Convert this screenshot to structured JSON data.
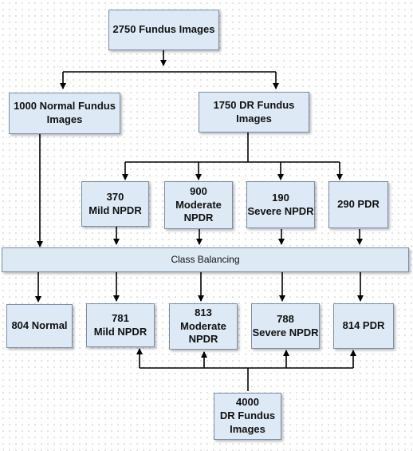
{
  "colors": {
    "box_fill": "#dde9f5",
    "box_border": "#7a8fa6",
    "connector": "#000000"
  },
  "nodes": {
    "total": "2750 Fundus Images",
    "normal": "1000 Normal Fundus\nImages",
    "dr": "1750 DR Fundus\nImages",
    "mild": "370\nMild NPDR",
    "moderate": "900\nModerate\nNPDR",
    "severe": "190\nSevere NPDR",
    "pdr": "290 PDR",
    "balancing": "Class Balancing",
    "out_normal": "804 Normal",
    "out_mild": "781\nMild NPDR",
    "out_moderate": "813\nModerate\nNPDR",
    "out_severe": "788\nSevere NPDR",
    "out_pdr": "814 PDR",
    "dr_total": "4000\nDR Fundus\nImages"
  }
}
